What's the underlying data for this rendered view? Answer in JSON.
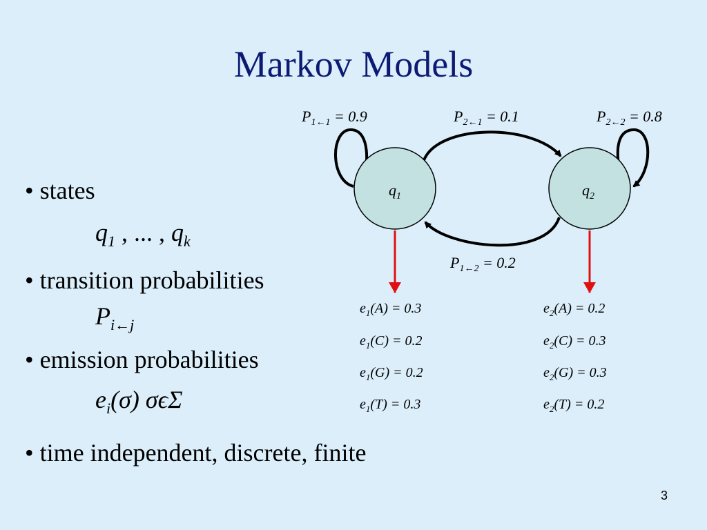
{
  "title": "Markov Models",
  "bullets": {
    "states": "• states",
    "transition": "• transition probabilities",
    "emission": "• emission probabilities",
    "time": "• time independent, discrete, finite"
  },
  "math": {
    "states_q": "q",
    "states_sub1": "1",
    "states_mid": " ,  ... , ",
    "states_q2": "q",
    "states_subk": "k",
    "trans_P": "P",
    "trans_sub": "i←j",
    "emis_e": "e",
    "emis_sub": "i",
    "emis_rest": "(σ)   σϵΣ"
  },
  "diagram": {
    "nodes": [
      {
        "label": "q",
        "sub": "1"
      },
      {
        "label": "q",
        "sub": "2"
      }
    ],
    "transitions": [
      {
        "P": "P",
        "sub": "1←1",
        "value": " = 0.9"
      },
      {
        "P": "P",
        "sub": "2←1",
        "value": " = 0.1"
      },
      {
        "P": "P",
        "sub": "2←2",
        "value": " = 0.8"
      },
      {
        "P": "P",
        "sub": "1←2",
        "value": " = 0.2"
      }
    ],
    "colors": {
      "node_fill": "#c3e1e1",
      "arrow": "#000000",
      "emission_arrow": "#e01010"
    }
  },
  "emissions": {
    "state1": [
      {
        "e": "e",
        "sub": "1",
        "rest": "(A) = 0.3"
      },
      {
        "e": "e",
        "sub": "1",
        "rest": "(C) = 0.2"
      },
      {
        "e": "e",
        "sub": "1",
        "rest": "(G) = 0.2"
      },
      {
        "e": "e",
        "sub": "1",
        "rest": "(T) = 0.3"
      }
    ],
    "state2": [
      {
        "e": "e",
        "sub": "2",
        "rest": "(A) = 0.2"
      },
      {
        "e": "e",
        "sub": "2",
        "rest": "(C) = 0.3"
      },
      {
        "e": "e",
        "sub": "2",
        "rest": "(G) = 0.3"
      },
      {
        "e": "e",
        "sub": "2",
        "rest": "(T) = 0.2"
      }
    ]
  },
  "slide_number": "3"
}
